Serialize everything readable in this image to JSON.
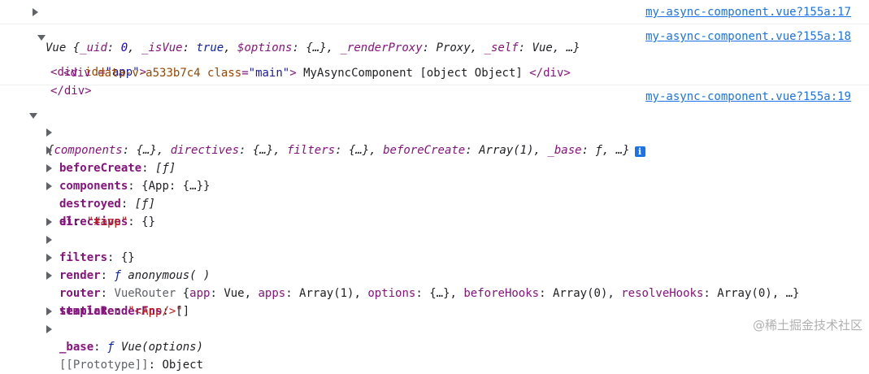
{
  "entry1": {
    "link": "my-async-component.vue?155a:17",
    "k_uid": "_uid",
    "v_uid": "0",
    "k_isVue": "_isVue",
    "v_isVue": "true",
    "k_options": "$options",
    "v_options": "{…}",
    "k_renderProxy": "_renderProxy",
    "v_renderProxy": "Proxy",
    "k_self": "_self",
    "v_self": "Vue",
    "prefix": "Vue {",
    "ellipsis": "…}"
  },
  "entry2": {
    "link": "my-async-component.vue?155a:18",
    "tag_div": "div",
    "attr_id": "id",
    "attr_id_val": "\"app\"",
    "inner_attr1": "data-v-a533b7c4",
    "inner_attr2": "class",
    "inner_attr2_val": "\"main\"",
    "inner_text": " MyAsyncComponent [object Object] "
  },
  "entry3": {
    "link": "my-async-component.vue?155a:19",
    "summary": {
      "k1": "components",
      "v1": "{…}",
      "k2": "directives",
      "v2": "{…}",
      "k3": "filters",
      "v3": "{…}",
      "k4": "beforeCreate",
      "v4": "Array(1)",
      "k5": "_base",
      "v5": "ƒ",
      "tail": "…}"
    },
    "props": {
      "beforeCreate": {
        "key": "beforeCreate",
        "value": "[ƒ]"
      },
      "components": {
        "key": "components",
        "value": "{App: {…}}"
      },
      "destroyed": {
        "key": "destroyed",
        "value": "[ƒ]"
      },
      "directives": {
        "key": "directives",
        "value": "{}"
      },
      "el": {
        "key": "el",
        "value": "\"#app\""
      },
      "filters": {
        "key": "filters",
        "value": "{}"
      },
      "render": {
        "key": "render",
        "value_f": "ƒ",
        "value": "anonymous( )"
      },
      "router": {
        "key": "router",
        "cls": "VueRouter",
        "k1": "app",
        "v1": "Vue",
        "k2": "apps",
        "v2": "Array(1)",
        "k3": "options",
        "v3": "{…}",
        "k4": "beforeHooks",
        "v4": "Array(0)",
        "k5": "resolveHooks",
        "v5": "Array(0)",
        "tail": "…}"
      },
      "staticRenderFns": {
        "key": "staticRenderFns",
        "value": "[]"
      },
      "template": {
        "key": "template",
        "value": "\"<App/>\""
      },
      "_base": {
        "key": "_base",
        "value_f": "ƒ",
        "value": "Vue(options)"
      },
      "prototype": {
        "key": "[[Prototype]]",
        "value": "Object"
      }
    }
  },
  "watermark": "@稀土掘金技术社区"
}
